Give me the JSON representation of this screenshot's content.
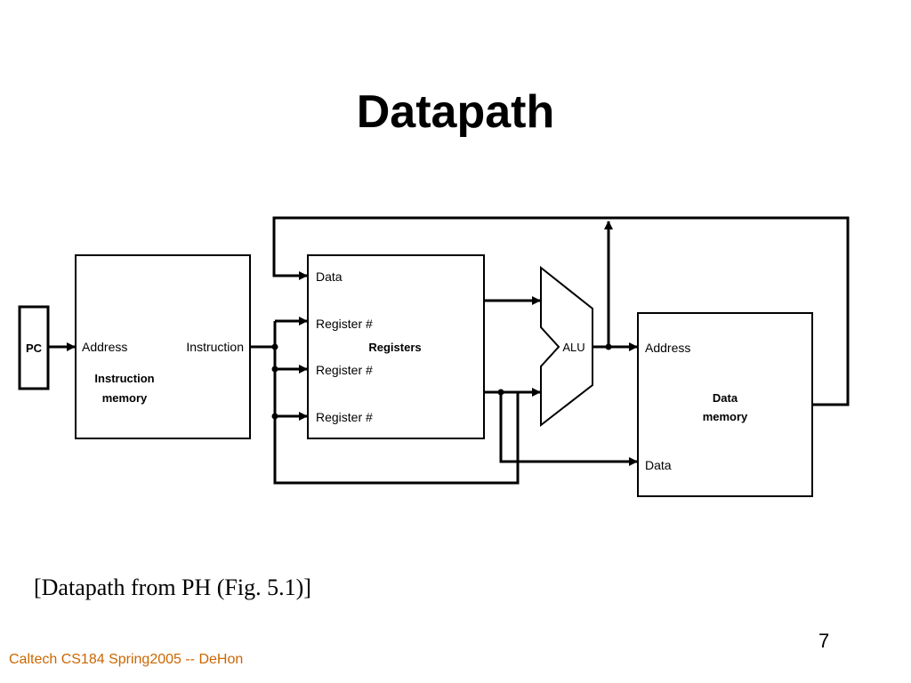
{
  "slide": {
    "title": "Datapath",
    "caption": "[Datapath from PH (Fig. 5.1)]",
    "page_number": "7",
    "footer": "Caltech CS184 Spring2005 -- DeHon"
  },
  "colors": {
    "footer": "#cc6600",
    "ink": "#000000",
    "background": "#ffffff"
  },
  "diagram": {
    "pc": {
      "label": "PC"
    },
    "instruction_memory": {
      "address_port": "Address",
      "instruction_port": "Instruction",
      "name_line1": "Instruction",
      "name_line2": "memory"
    },
    "registers": {
      "data_port": "Data",
      "reg_port_1": "Register #",
      "reg_port_2": "Register #",
      "reg_port_3": "Register #",
      "name": "Registers"
    },
    "alu": {
      "label": "ALU"
    },
    "data_memory": {
      "address_port": "Address",
      "data_port": "Data",
      "name_line1": "Data",
      "name_line2": "memory"
    }
  }
}
